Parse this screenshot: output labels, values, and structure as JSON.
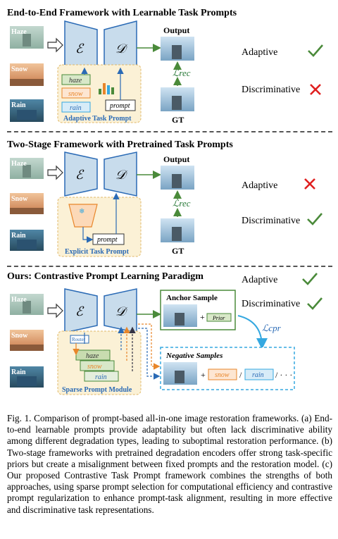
{
  "sections": [
    {
      "title": "End-to-End Framework with Learnable Task Prompts"
    },
    {
      "title": "Two-Stage Framework with Pretrained Task Prompts"
    },
    {
      "title": "Ours: Contrastive Prompt Learning Paradigm"
    }
  ],
  "inputs": {
    "haze": "Haze",
    "snow": "Snow",
    "rain": "Rain"
  },
  "encoder": "ℰ",
  "decoder": "𝒟",
  "output_label": "Output",
  "gt_label": "GT",
  "loss_rec": "ℒrec",
  "loss_cpr": "ℒcpr",
  "prompts": {
    "haze": "haze",
    "snow": "snow",
    "rain": "rain",
    "prompt": "prompt",
    "prior": "Prior"
  },
  "adaptive_task_prompt": "Adaptive Task Prompt",
  "explicit_task_prompt": "Explicit Task Prompt",
  "sparse_prompt_module": "Sparse Prompt Module",
  "router": "Router",
  "anchor_sample": "Anchor Sample",
  "negative_samples": "Negative Samples",
  "ellipsis": "/ · · ·",
  "slash": "/",
  "plus": "+",
  "criteria": {
    "adaptive": "Adaptive",
    "discriminative": "Discriminative"
  },
  "colors": {
    "check": "#4a8a3a",
    "cross": "#e02020",
    "prompt_bg": "#fbf1d6",
    "blue_box": "#d7ecf8",
    "orange": "#e8862a",
    "cyan": "#35a8e0",
    "blue": "#2a6ab5"
  },
  "caption": "Fig. 1.  Comparison of prompt-based all-in-one image restoration frameworks. (a) End-to-end learnable prompts provide adaptability but often lack discriminative ability among different degradation types, leading to suboptimal restoration performance. (b) Two-stage frameworks with pretrained degradation encoders offer strong task-specific priors but create a misalignment between fixed prompts and the restoration model. (c) Our proposed Contrastive Task Prompt framework combines the strengths of both approaches, using sparse prompt selection for computational efficiency and contrastive prompt regularization to enhance prompt-task alignment, resulting in more effective and discriminative task representations."
}
